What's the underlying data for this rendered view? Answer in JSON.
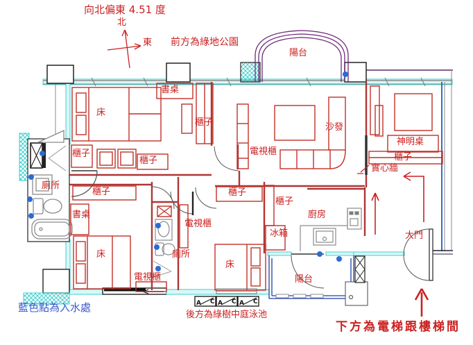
{
  "labels": {
    "compass_title": "向北偏東 4.51 度",
    "north": "北",
    "east": "東",
    "front_note": "前方為綠地公園",
    "water_note": "藍色點為入水處",
    "back_note": "後方為綠樹中庭泳池",
    "elevator_note": "下方為電梯跟樓梯間",
    "balcony": "陽台",
    "kitchen": "廚房",
    "toilet": "廁所",
    "main_door": "大門",
    "bed": "床",
    "desk": "書桌",
    "cabinet": "櫃子",
    "tv_cabinet": "電視櫃",
    "sofa": "沙發",
    "altar_table": "神明桌",
    "fridge": "冰箱",
    "solid_wall": "實心牆",
    "ac_a": "A",
    "ac_c": "C"
  },
  "colors": {
    "furniture_red": "#c03028",
    "text_red": "#cc2020",
    "wall_cyan": "#3ed0d0",
    "wall_cyan_fill": "#d9f7f7",
    "dot_blue": "#2b6bd4",
    "balcony_navy": "#1a3faa",
    "arch_purple": "#6b2a78",
    "note_blue": "#3c58cc",
    "window_gray": "#8a8a8a"
  }
}
